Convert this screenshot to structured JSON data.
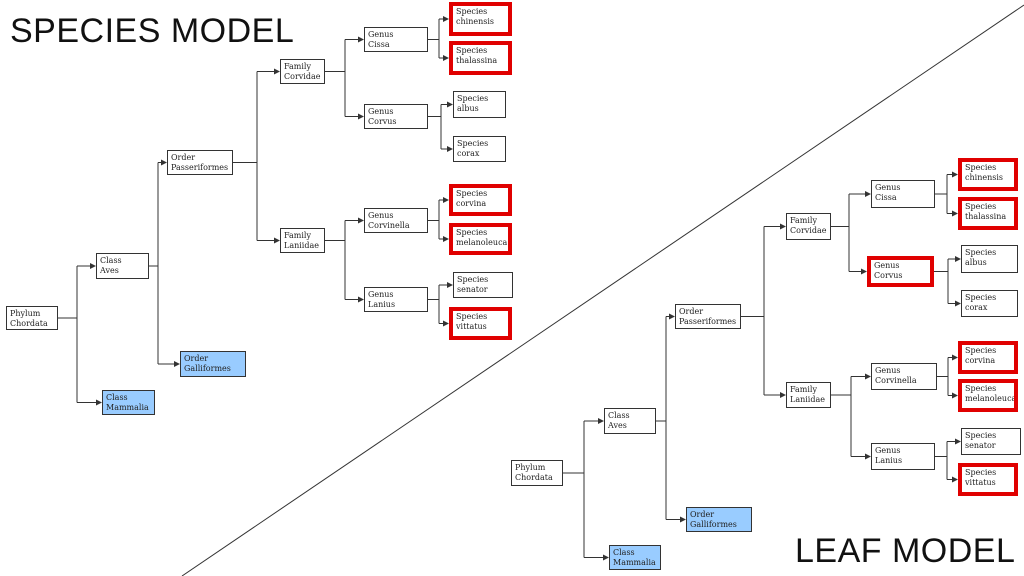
{
  "titles": {
    "species_model": "SPECIES MODEL",
    "leaf_model": "LEAF MODEL"
  },
  "species_tree": {
    "phylum": [
      "Phylum",
      "Chordata"
    ],
    "class_aves": [
      "Class",
      "Aves"
    ],
    "class_mammalia": [
      "Class",
      "Mammalia"
    ],
    "order_passeriformes": [
      "Order",
      "Passeriformes"
    ],
    "order_galliformes": [
      "Order",
      "Galliformes"
    ],
    "family_corvidae": [
      "Family",
      "Corvidae"
    ],
    "family_laniidae": [
      "Family",
      "Laniidae"
    ],
    "genus_cissa": [
      "Genus",
      "Cissa"
    ],
    "genus_corvus": [
      "Genus",
      "Corvus"
    ],
    "genus_corvinella": [
      "Genus",
      "Corvinella"
    ],
    "genus_lanius": [
      "Genus",
      "Lanius"
    ],
    "species_chinensis": [
      "Species",
      "chinensis"
    ],
    "species_thalassina": [
      "Species",
      "thalassina"
    ],
    "species_albus": [
      "Species",
      "albus"
    ],
    "species_corax": [
      "Species",
      "corax"
    ],
    "species_corvina": [
      "Species",
      "corvina"
    ],
    "species_melanoleuca": [
      "Species",
      "melanoleuca"
    ],
    "species_senator": [
      "Species",
      "senator"
    ],
    "species_vittatus": [
      "Species",
      "vittatus"
    ]
  },
  "leaf_tree": {
    "phylum": [
      "Phylum",
      "Chordata"
    ],
    "class_aves": [
      "Class",
      "Aves"
    ],
    "class_mammalia": [
      "Class",
      "Mammalia"
    ],
    "order_passeriformes": [
      "Order",
      "Passeriformes"
    ],
    "order_galliformes": [
      "Order",
      "Galliformes"
    ],
    "family_corvidae": [
      "Family",
      "Corvidae"
    ],
    "family_laniidae": [
      "Family",
      "Laniidae"
    ],
    "genus_cissa": [
      "Genus",
      "Cissa"
    ],
    "genus_corvus": [
      "Genus",
      "Corvus"
    ],
    "genus_corvinella": [
      "Genus",
      "Corvinella"
    ],
    "genus_lanius": [
      "Genus",
      "Lanius"
    ],
    "species_chinensis": [
      "Species",
      "chinensis"
    ],
    "species_thalassina": [
      "Species",
      "thalassina"
    ],
    "species_albus": [
      "Species",
      "albus"
    ],
    "species_corax": [
      "Species",
      "corax"
    ],
    "species_corvina": [
      "Species",
      "corvina"
    ],
    "species_melanoleuca": [
      "Species",
      "melanoleuca"
    ],
    "species_senator": [
      "Species",
      "senator"
    ],
    "species_vittatus": [
      "Species",
      "vittatus"
    ]
  },
  "colors": {
    "highlight_border": "#e00000",
    "fill_blue": "#99ccff",
    "line": "#333333"
  }
}
